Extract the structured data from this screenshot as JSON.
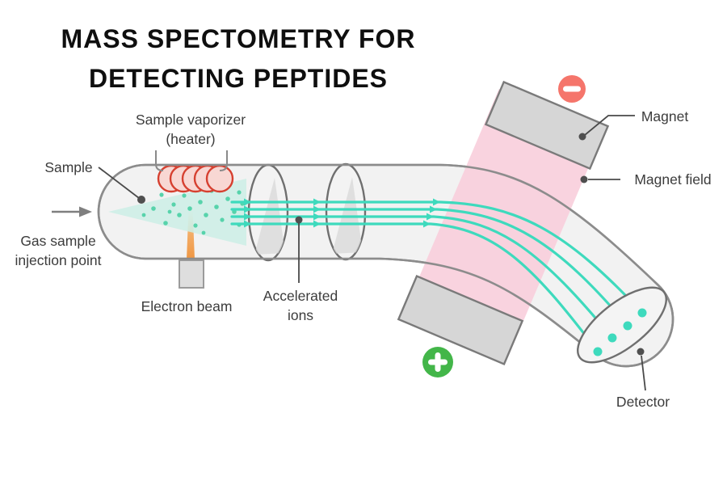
{
  "title": {
    "line1": "MASS SPECTOMETRY FOR",
    "line2": "DETECTING PEPTIDES"
  },
  "labels": {
    "sample_vaporizer_line1": "Sample vaporizer",
    "sample_vaporizer_line2": "(heater)",
    "sample": "Sample",
    "gas_injection_line1": "Gas sample",
    "gas_injection_line2": "injection point",
    "electron_beam": "Electron beam",
    "accelerated_ions_line1": "Accelerated",
    "accelerated_ions_line2": "ions",
    "magnet": "Magnet",
    "magnet_field": "Magnet field",
    "detector": "Detector"
  },
  "icons": {
    "negative_charge": "minus-circle",
    "positive_charge": "plus-circle"
  },
  "colors": {
    "tube_fill": "#f2f2f2",
    "tube_stroke": "#8c8c8c",
    "beam_teal": "#3edabd",
    "spray": "#cdeee6",
    "spray_dot": "#57d3ab",
    "coil_red": "#d64030",
    "coil_fill": "#f8d7d3",
    "field_pink": "#f8cfdc",
    "magnet_gray": "#d6d6d6",
    "negative_red": "#f5756b",
    "positive_green": "#43b649",
    "flame_orange": "#ef8f35",
    "label_text": "#3c3c3c"
  }
}
